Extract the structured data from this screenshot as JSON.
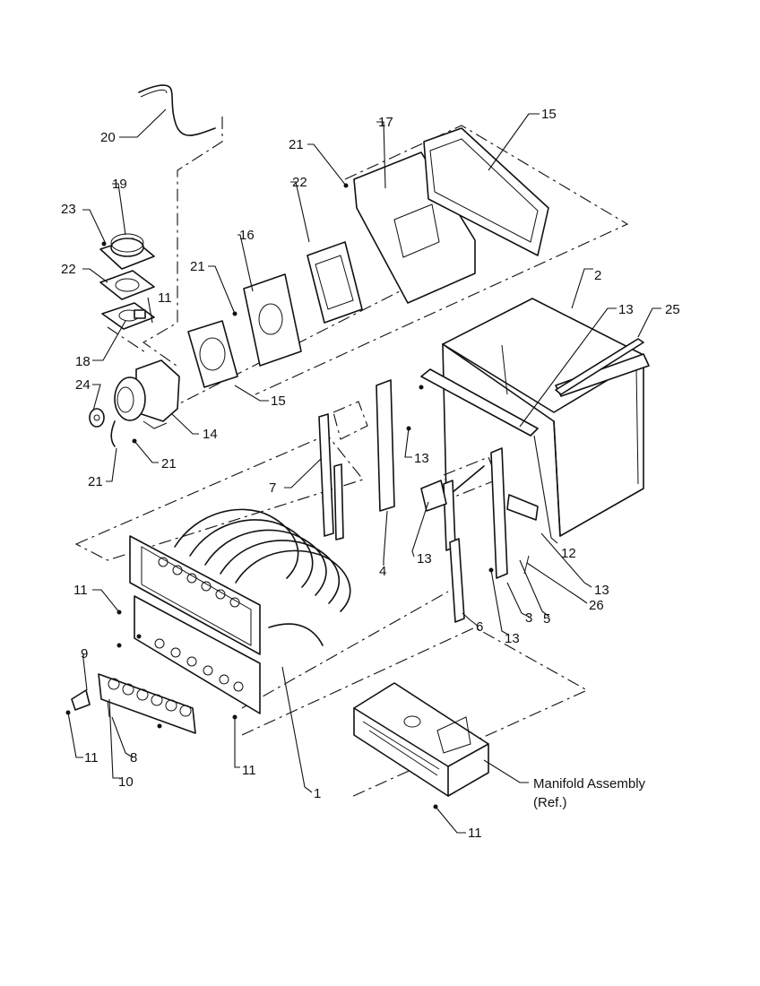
{
  "callouts": {
    "c1": "1",
    "c2": "2",
    "c3": "3",
    "c4": "4",
    "c5": "5",
    "c6": "6",
    "c7": "7",
    "c8": "8",
    "c9": "9",
    "c10": "10",
    "c11a": "11",
    "c11b": "11",
    "c11c": "11",
    "c11d": "11",
    "c11e": "11",
    "c12": "12",
    "c13a": "13",
    "c13b": "13",
    "c13c": "13",
    "c13d": "13",
    "c13e": "13",
    "c14": "14",
    "c15a": "15",
    "c15b": "15",
    "c16": "16",
    "c17": "17",
    "c18": "18",
    "c19": "19",
    "c20": "20",
    "c21a": "21",
    "c21b": "21",
    "c21c": "21",
    "c21d": "21",
    "c22a": "22",
    "c22b": "22",
    "c23": "23",
    "c24": "24",
    "c25": "25",
    "c26": "26"
  },
  "manifold": {
    "line1": "Manifold Assembly",
    "line2": "(Ref.)"
  }
}
